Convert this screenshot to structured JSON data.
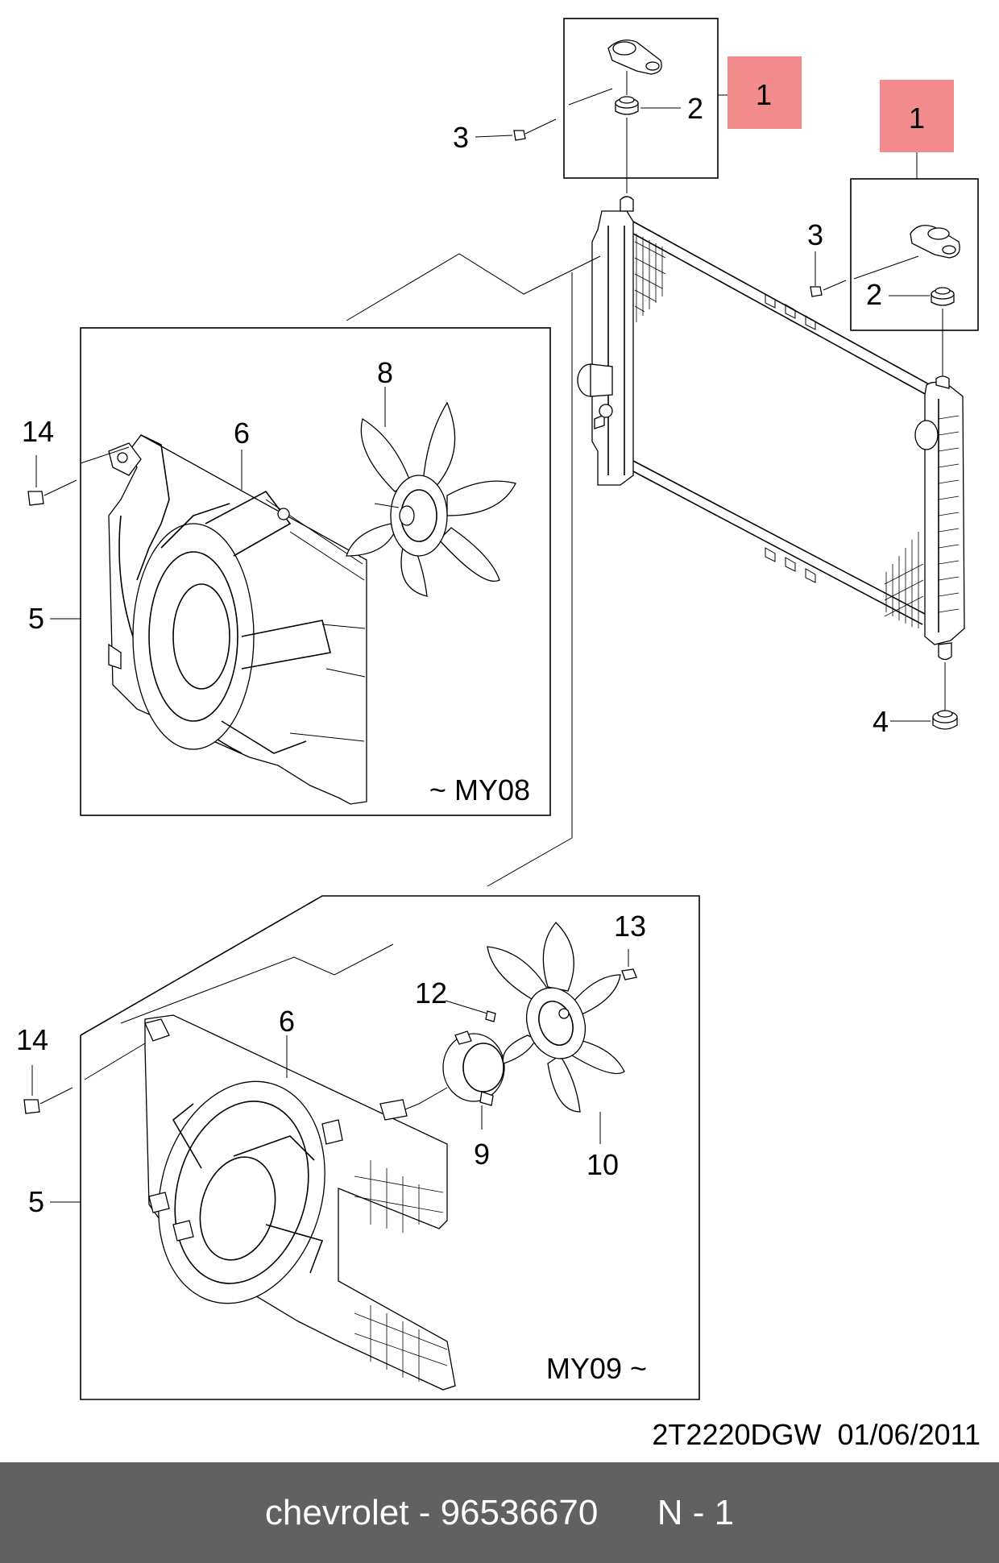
{
  "diagram": {
    "callouts": {
      "c1_top": "1",
      "c1_right": "1",
      "c2_top": "2",
      "c2_right": "2",
      "c3_top": "3",
      "c3_right": "3",
      "c4": "4",
      "c5_upper": "5",
      "c5_lower": "5",
      "c6_upper": "6",
      "c6_lower": "6",
      "c8": "8",
      "c9": "9",
      "c10": "10",
      "c12": "12",
      "c13": "13",
      "c14_upper": "14",
      "c14_lower": "14"
    },
    "panel_upper_label": "~ MY08",
    "panel_lower_label": "MY09 ~",
    "drawing_code": "2T2220DGW  01/06/2011",
    "highlight_color": "#f28b8b"
  },
  "footer": {
    "brand": "chevrolet",
    "separator": " - ",
    "part_number": "96536670",
    "position": "N - 1"
  }
}
